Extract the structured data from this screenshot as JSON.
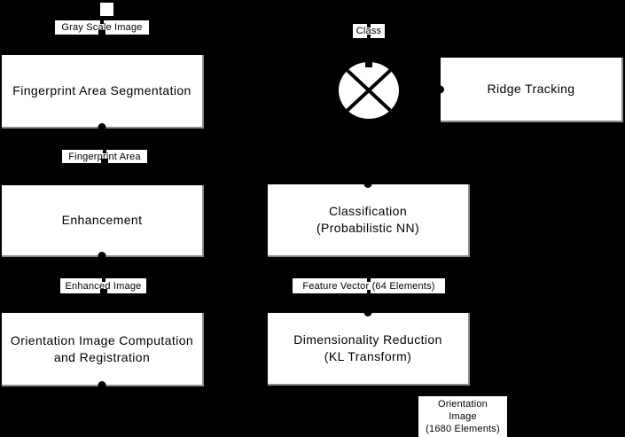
{
  "figure": {
    "background_color": "#000000",
    "node_fill_color": "#ffffff",
    "text_color": "#000000",
    "connector_color": "#000000"
  },
  "boxes": {
    "segmentation": {
      "label": "Fingerprint Area Segmentation"
    },
    "enhancement": {
      "label": "Enhancement"
    },
    "orientation_computation": {
      "lines": [
        "Orientation Image Computation",
        "and Registration"
      ]
    },
    "classification": {
      "lines": [
        "Classification",
        "(Probabilistic NN)"
      ]
    },
    "dimensionality_reduction": {
      "lines": [
        "Dimensionality Reduction",
        "(KL Transform)"
      ]
    },
    "ridge_tracking": {
      "label": "Ridge Tracking"
    }
  },
  "labels": {
    "gray_scale_image": "Gray Scale Image",
    "fingerprint_area": "Fingerprint Area",
    "enhanced_image": "Enhanced Image",
    "class_output": "Class",
    "feature_vector": "Feature Vector (64 Elements)",
    "orientation_image": {
      "lines": [
        "Orientation",
        "Image",
        "(1680 Elements)"
      ]
    }
  },
  "icons": {
    "combiner": "circle-x-multiplier"
  }
}
